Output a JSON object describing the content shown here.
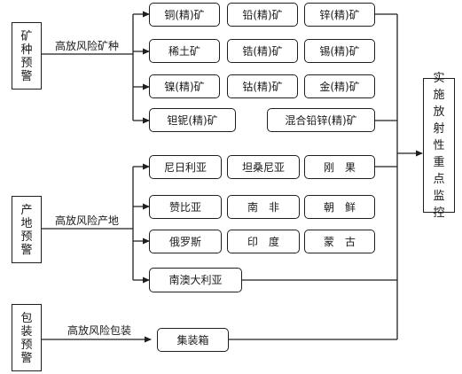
{
  "categories": {
    "mineral": "矿种预警",
    "origin": "产地预警",
    "packaging": "包装预警"
  },
  "branch_labels": {
    "mineral": "高放风险矿种",
    "origin": "高放风险产地",
    "packaging": "高放风险包装"
  },
  "target": "实施放射性重点监控",
  "minerals": {
    "m1": "铜(精)矿",
    "m2": "铅(精)矿",
    "m3": "锌(精)矿",
    "m4": "稀土矿",
    "m5": "锆(精)矿",
    "m6": "锡(精)矿",
    "m7": "镍(精)矿",
    "m8": "钴(精)矿",
    "m9": "金(精)矿",
    "m10": "钽铌(精)矿",
    "m11": "混合铅锌(精)矿"
  },
  "origins": {
    "o1": "尼日利亚",
    "o2": "坦桑尼亚",
    "o3": "刚　果",
    "o4": "赞比亚",
    "o5": "南　非",
    "o6": "朝　鲜",
    "o7": "俄罗斯",
    "o8": "印　度",
    "o9": "蒙　古",
    "o10": "南澳大利亚"
  },
  "packaging": {
    "p1": "集装箱"
  }
}
